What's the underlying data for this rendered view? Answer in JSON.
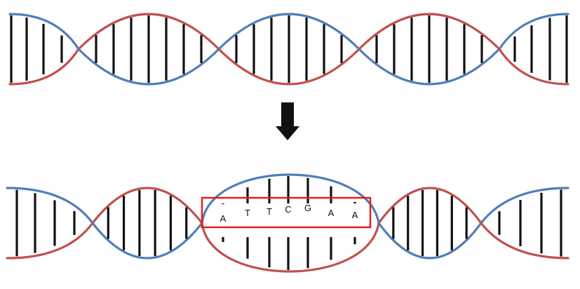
{
  "colors": {
    "strand_blue": "#4f7fb8",
    "strand_red": "#c0504d",
    "rung": "#111111",
    "arrow": "#111111",
    "highlight_box": "#e02020"
  },
  "icons": {
    "arrow": "down-arrow-icon"
  },
  "top_helix": {
    "segments": 5
  },
  "bottom_helix": {
    "bubble_bases": [
      "A",
      "T",
      "T",
      "C",
      "G",
      "A",
      "A"
    ]
  }
}
